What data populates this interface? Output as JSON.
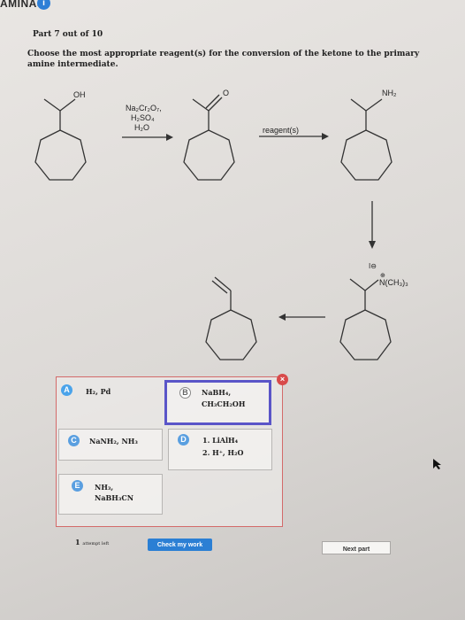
{
  "header": {
    "title": "AMINAS",
    "info_badge": "i"
  },
  "part_label": "Part 7 out of 10",
  "question": "Choose the most appropriate reagent(s) for the conversion of the ketone to the primary amine intermediate.",
  "scheme": {
    "oh_label": "OH",
    "reagent_1": "Na₂Cr₂O₇,",
    "reagent_2": "H₂SO₄",
    "reagent_3": "H₂O",
    "ketone_o": "O",
    "reagents_label": "reagent(s)",
    "nh2_label": "NH₂",
    "iodide_label": "I⊖",
    "ammonium_label": "N(CH₃)₃",
    "plus_charge": "⊕"
  },
  "choices": [
    {
      "badge": "A",
      "line1": "H₂, Pd",
      "line2": ""
    },
    {
      "badge": "B",
      "line1": "NaBH₄,",
      "line2": "CH₃CH₂OH"
    },
    {
      "badge": "C",
      "line1": "NaNH₂, NH₃",
      "line2": ""
    },
    {
      "badge": "D",
      "line1": "1. LiAlH₄",
      "line2": "2. H⁺, H₂O"
    },
    {
      "badge": "E",
      "line1": "NH₃,",
      "line2": "NaBH₃CN"
    }
  ],
  "close_glyph": "×",
  "attempts": {
    "count": "1",
    "text": "attempt left"
  },
  "check_button": "Check my work",
  "next_button": "Next part",
  "colors": {
    "accent": "#2b7fd4",
    "selected_border": "#5a55c8",
    "close": "#d84a4a"
  }
}
